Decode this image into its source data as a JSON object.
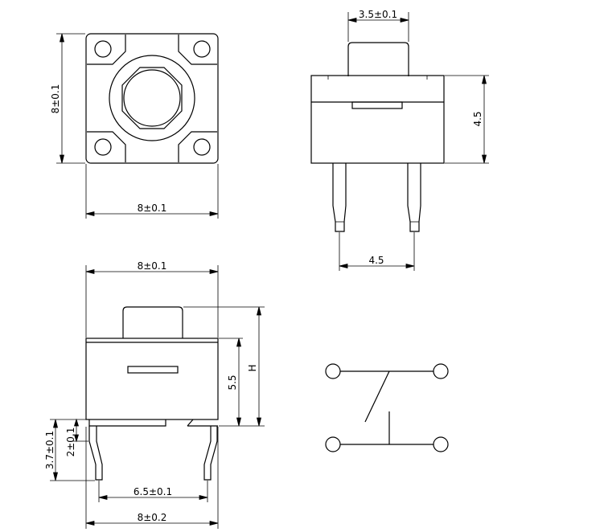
{
  "top_view": {
    "width_label": "8±0.1",
    "height_label": "8±0.1"
  },
  "front_view": {
    "actuator_width_label": "3.5±0.1",
    "body_height_label": "4.5",
    "pin_pitch_label": "4.5"
  },
  "side_view": {
    "width_label": "8±0.1",
    "total_height_label": "H",
    "body_height_label": "5.5",
    "lead_total_label": "3.7±0.1",
    "lead_step_label": "2±0.1",
    "inner_lead_label": "6.5±0.1",
    "outer_lead_label": "8±0.2"
  }
}
